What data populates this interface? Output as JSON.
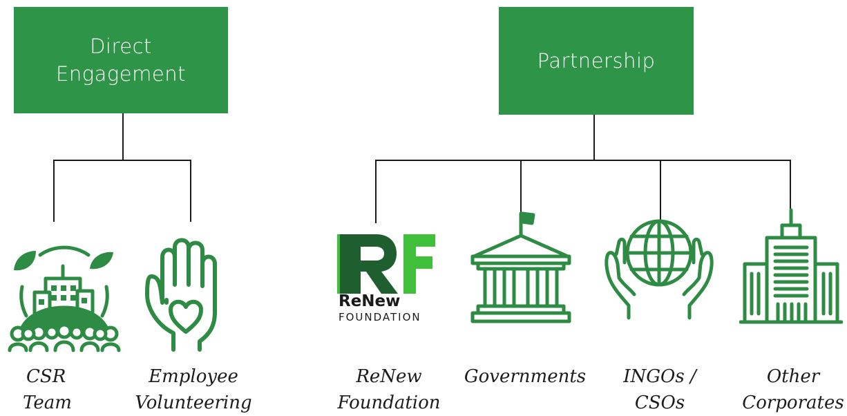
{
  "branches": {
    "direct": {
      "title_lines": [
        "Direct",
        "Engagement"
      ],
      "children": [
        {
          "icon": "csr-team-icon",
          "label_lines": [
            "CSR",
            "Team"
          ]
        },
        {
          "icon": "employee-volunteering-icon",
          "label_lines": [
            "Employee",
            "Volunteering"
          ]
        }
      ]
    },
    "partnership": {
      "title": "Partnership",
      "children": [
        {
          "icon": "renew-foundation-logo",
          "label_lines": [
            "ReNew",
            "Foundation"
          ],
          "logo_text": [
            "ReNew",
            "FOUNDATION"
          ]
        },
        {
          "icon": "government-building-icon",
          "label_lines": [
            "Governments"
          ]
        },
        {
          "icon": "globe-hands-icon",
          "label_lines": [
            "INGOs /",
            "CSOs"
          ]
        },
        {
          "icon": "corporate-building-icon",
          "label_lines": [
            "Other",
            "Corporates"
          ]
        }
      ]
    }
  },
  "colors": {
    "box": "#2e9447",
    "icon": "#2e8b44",
    "logo_dark": "#1f5e2e",
    "logo_light": "#3fbf3a",
    "line": "#1a1a1a"
  }
}
